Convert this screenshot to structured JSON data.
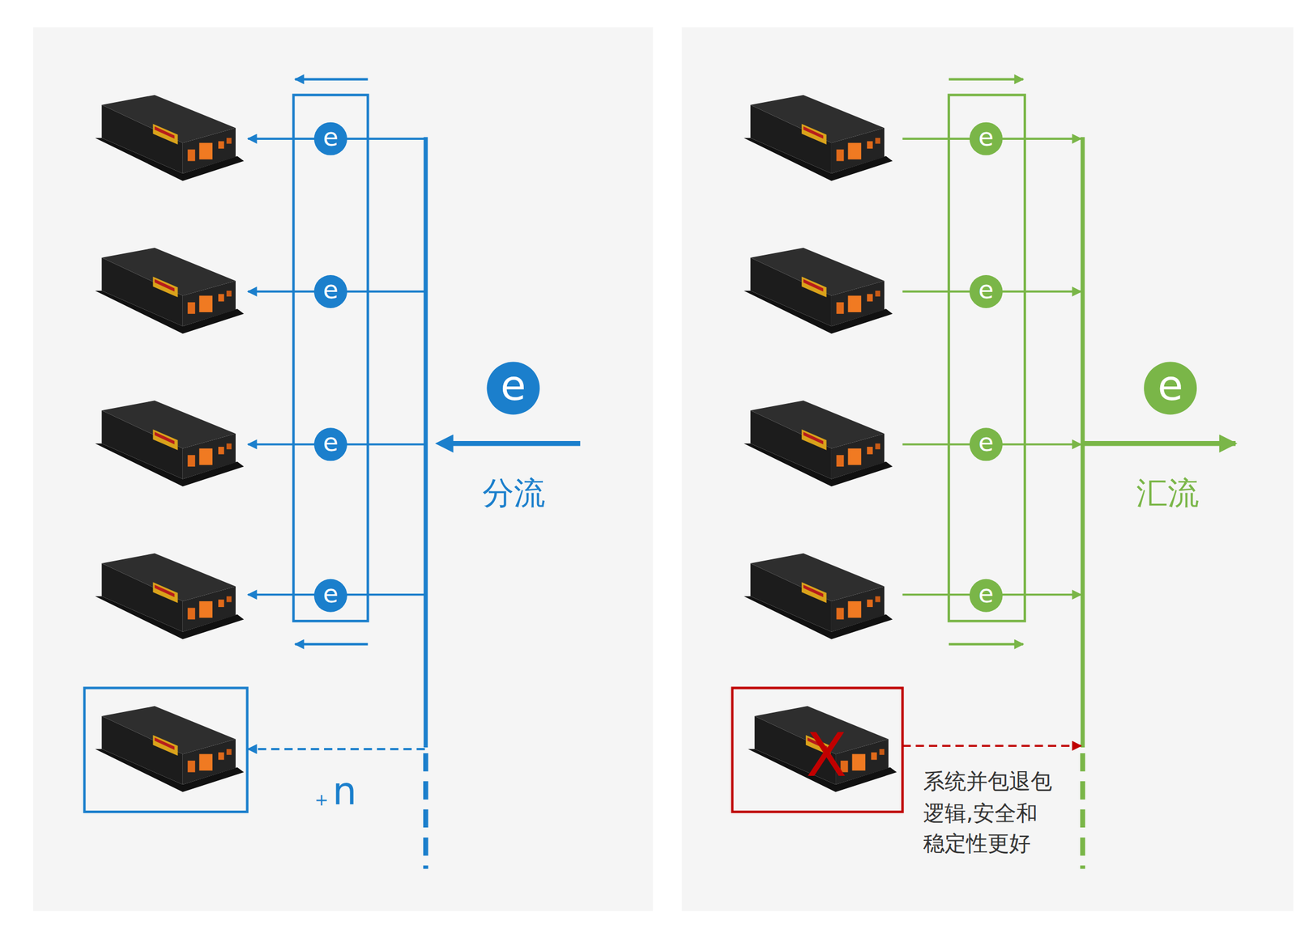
{
  "diagram": {
    "nodes": [
      {
        "text": [
          "e"
        ]
      },
      {
        "text": [
          "e"
        ]
      },
      {
        "text": [
          "e"
        ]
      },
      {
        "text": [
          "e"
        ]
      },
      {
        "text": [
          "e"
        ]
      },
      {
        "text": [
          "e"
        ]
      },
      {
        "text": [
          "e"
        ]
      },
      {
        "text": [
          "e"
        ]
      },
      {
        "text": [
          "e"
        ]
      },
      {
        "text": [
          "e"
        ]
      }
    ],
    "labels": [
      "分流",
      "+",
      "n",
      "汇流",
      "X",
      "系统并包退包 逻辑,安全和 稳定性更好"
    ]
  }
}
